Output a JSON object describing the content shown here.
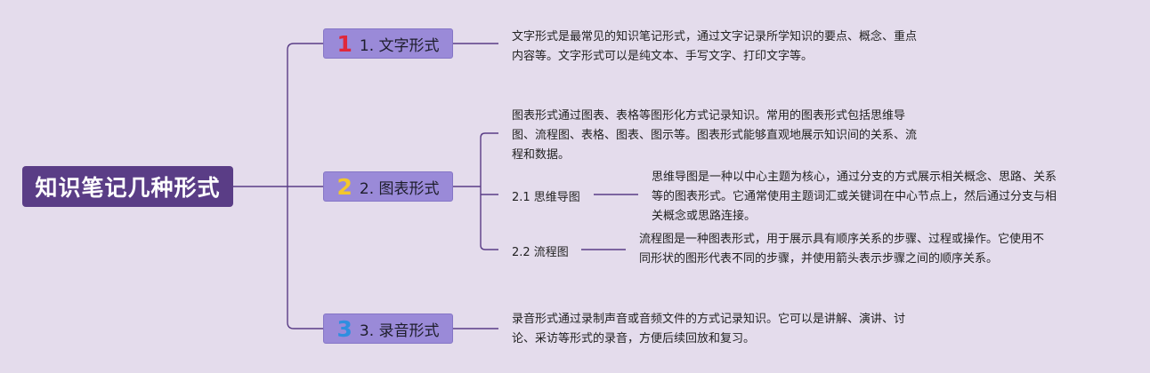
{
  "root": {
    "label": "知识笔记几种形式"
  },
  "branches": [
    {
      "badge": "1",
      "badge_color": "#e0283a",
      "label": "1. 文字形式",
      "desc": [
        "文字形式是最常见的知识笔记形式，通过文字记录所学知识的要点、概念、重点",
        "内容等。文字形式可以是纯文本、手写文字、打印文字等。"
      ]
    },
    {
      "badge": "2",
      "badge_color": "#f3c72c",
      "label": "2. 图表形式",
      "desc": [
        "图表形式通过图表、表格等图形化方式记录知识。常用的图表形式包括思维导",
        "图、流程图、表格、图表、图示等。图表形式能够直观地展示知识间的关系、流",
        "程和数据。"
      ],
      "subs": [
        {
          "label": "2.1 思维导图",
          "desc": [
            "思维导图是一种以中心主题为核心，通过分支的方式展示相关概念、思路、关系",
            "等的图表形式。它通常使用主题词汇或关键词在中心节点上，然后通过分支与相",
            "关概念或思路连接。"
          ]
        },
        {
          "label": "2.2 流程图",
          "desc": [
            "流程图是一种图表形式，用于展示具有顺序关系的步骤、过程或操作。它使用不",
            "同形状的图形代表不同的步骤，并使用箭头表示步骤之间的顺序关系。"
          ]
        }
      ]
    },
    {
      "badge": "3",
      "badge_color": "#2f8fe0",
      "label": "3. 录音形式",
      "desc": [
        "录音形式通过录制声音或音频文件的方式记录知识。它可以是讲解、演讲、讨",
        "论、采访等形式的录音，方便后续回放和复习。"
      ]
    }
  ],
  "colors": {
    "line": "#5a3d86",
    "background": "#e4dcec",
    "root": "#5a3d86",
    "branch": "#9a8ad8"
  }
}
